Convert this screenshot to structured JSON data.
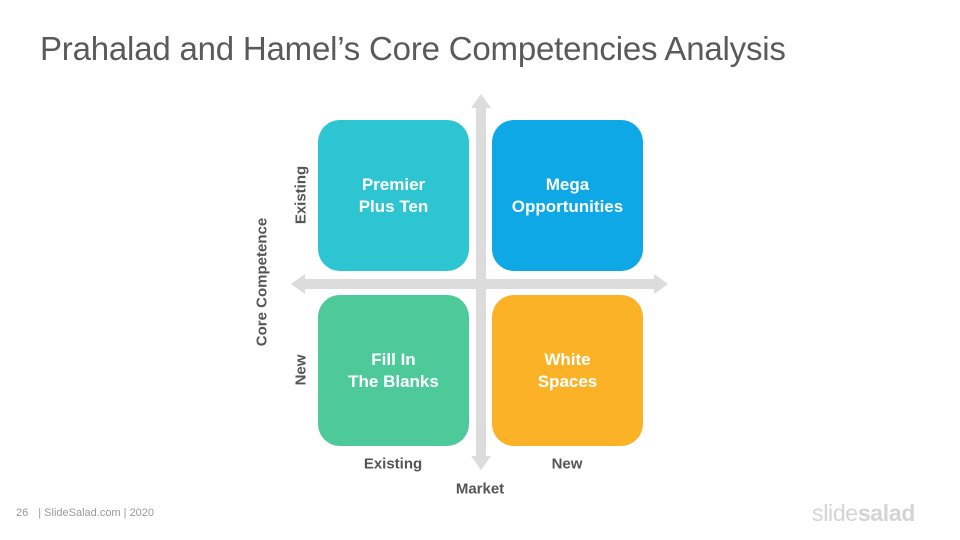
{
  "title": "Prahalad and Hamel’s Core Competencies Analysis",
  "quadrants": {
    "top_left": {
      "label": "Premier\nPlus Ten",
      "color": "#2ec5d3"
    },
    "top_right": {
      "label": "Mega\nOpportunities",
      "color": "#0ea8e6"
    },
    "bottom_left": {
      "label": "Fill In\nThe Blanks",
      "color": "#4dc99a"
    },
    "bottom_right": {
      "label": "White\nSpaces",
      "color": "#fbb227"
    }
  },
  "y_axis": {
    "title": "Core Competence",
    "top_label": "Existing",
    "bottom_label": "New"
  },
  "x_axis": {
    "title": "Market",
    "left_label": "Existing",
    "right_label": "New"
  },
  "footer": {
    "page_number": "26",
    "text": "| SlideSalad.com | 2020"
  },
  "logo": {
    "part1": "slide",
    "part2": "salad"
  },
  "colors": {
    "arrow": "#dcdcdc"
  }
}
